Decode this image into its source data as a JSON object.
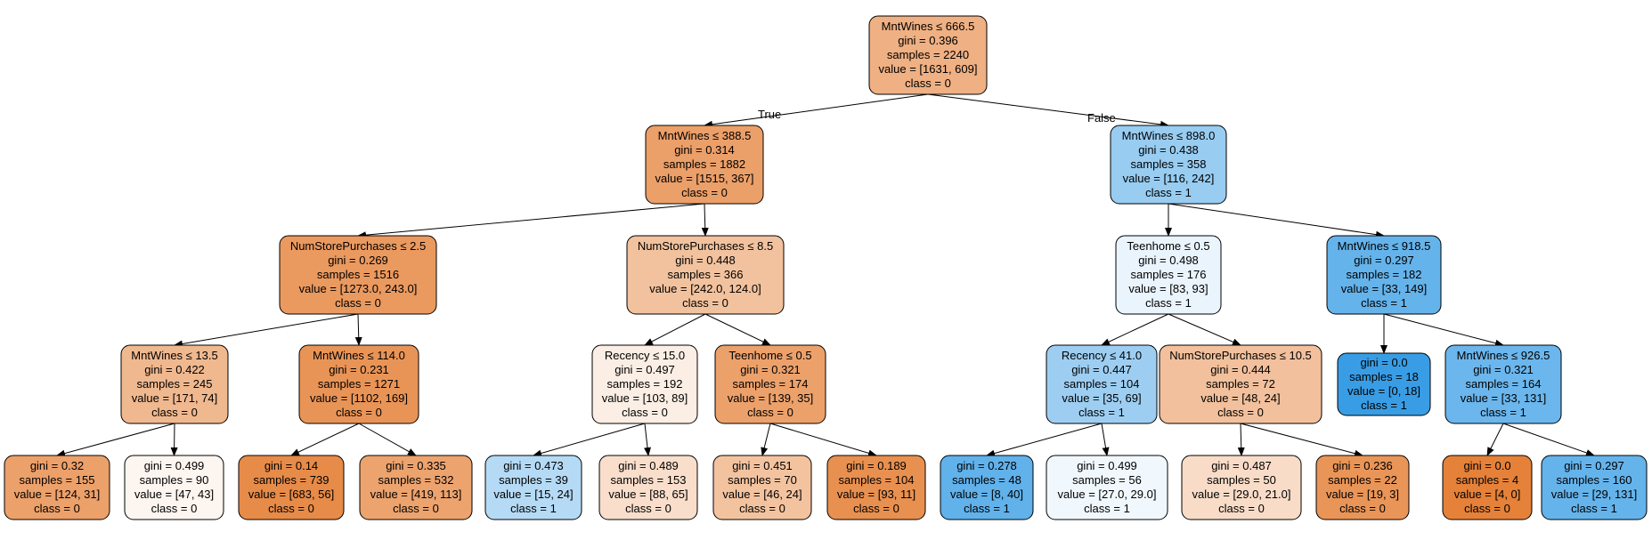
{
  "colors": {
    "class0_strong": "#e58139",
    "class1_strong": "#399de5"
  },
  "edge_labels": {
    "true_label": "True",
    "false_label": "False"
  },
  "nodes": [
    {
      "id": "n0",
      "lines": [
        "MntWines ≤ 666.5",
        "gini = 0.396",
        "samples = 2240",
        "value = [1631, 609]",
        "class = 0"
      ],
      "fill": "#efb083"
    },
    {
      "id": "n1",
      "lines": [
        "MntWines ≤ 388.5",
        "gini = 0.314",
        "samples = 1882",
        "value = [1515, 367]",
        "class = 0"
      ],
      "fill": "#eb9f69"
    },
    {
      "id": "n2",
      "lines": [
        "MntWines ≤ 898.0",
        "gini = 0.438",
        "samples = 358",
        "value = [116, 242]",
        "class = 1"
      ],
      "fill": "#98ccf1"
    },
    {
      "id": "n3",
      "lines": [
        "NumStorePurchases ≤ 2.5",
        "gini = 0.269",
        "samples = 1516",
        "value = [1273.0, 243.0]",
        "class = 0"
      ],
      "fill": "#ea995f"
    },
    {
      "id": "n4",
      "lines": [
        "NumStorePurchases ≤ 8.5",
        "gini = 0.448",
        "samples = 366",
        "value = [242.0, 124.0]",
        "class = 0"
      ],
      "fill": "#f2c29e"
    },
    {
      "id": "n5",
      "lines": [
        "Teenhome ≤ 0.5",
        "gini = 0.498",
        "samples = 176",
        "value = [83, 93]",
        "class = 1"
      ],
      "fill": "#eaf4fc"
    },
    {
      "id": "n6",
      "lines": [
        "MntWines ≤ 918.5",
        "gini = 0.297",
        "samples = 182",
        "value = [33, 149]",
        "class = 1"
      ],
      "fill": "#65b3eb"
    },
    {
      "id": "n7",
      "lines": [
        "MntWines ≤ 13.5",
        "gini = 0.422",
        "samples = 245",
        "value = [171, 74]",
        "class = 0"
      ],
      "fill": "#f0b88f"
    },
    {
      "id": "n8",
      "lines": [
        "MntWines ≤ 114.0",
        "gini = 0.231",
        "samples = 1271",
        "value = [1102, 169]",
        "class = 0"
      ],
      "fill": "#e99457"
    },
    {
      "id": "n9",
      "lines": [
        "Recency ≤ 15.0",
        "gini = 0.497",
        "samples = 192",
        "value = [103, 89]",
        "class = 0"
      ],
      "fill": "#fbeee4"
    },
    {
      "id": "n10",
      "lines": [
        "Teenhome ≤ 0.5",
        "gini = 0.321",
        "samples = 174",
        "value = [139, 35]",
        "class = 0"
      ],
      "fill": "#eca16b"
    },
    {
      "id": "n11",
      "lines": [
        "Recency ≤ 41.0",
        "gini = 0.447",
        "samples = 104",
        "value = [35, 69]",
        "class = 1"
      ],
      "fill": "#9dcef2"
    },
    {
      "id": "n12",
      "lines": [
        "NumStorePurchases ≤ 10.5",
        "gini = 0.444",
        "samples = 72",
        "value = [48, 24]",
        "class = 0"
      ],
      "fill": "#f2c09c"
    },
    {
      "id": "n13",
      "lines": [
        "gini = 0.0",
        "samples = 18",
        "value = [0, 18]",
        "class = 1"
      ],
      "fill": "#399de5"
    },
    {
      "id": "n14",
      "lines": [
        "MntWines ≤ 926.5",
        "gini = 0.321",
        "samples = 164",
        "value = [33, 131]",
        "class = 1"
      ],
      "fill": "#6bb6ec"
    },
    {
      "id": "n15",
      "lines": [
        "gini = 0.32",
        "samples = 155",
        "value = [124, 31]",
        "class = 0"
      ],
      "fill": "#eca06a"
    },
    {
      "id": "n16",
      "lines": [
        "gini = 0.499",
        "samples = 90",
        "value = [47, 43]",
        "class = 0"
      ],
      "fill": "#fdf5ef"
    },
    {
      "id": "n17",
      "lines": [
        "gini = 0.14",
        "samples = 739",
        "value = [683, 56]",
        "class = 0"
      ],
      "fill": "#e78b49"
    },
    {
      "id": "n18",
      "lines": [
        "gini = 0.335",
        "samples = 532",
        "value = [419, 113]",
        "class = 0"
      ],
      "fill": "#eca36e"
    },
    {
      "id": "n19",
      "lines": [
        "gini = 0.473",
        "samples = 39",
        "value = [15, 24]",
        "class = 1"
      ],
      "fill": "#b5daf5"
    },
    {
      "id": "n20",
      "lines": [
        "gini = 0.489",
        "samples = 153",
        "value = [88, 65]",
        "class = 0"
      ],
      "fill": "#f8decb"
    },
    {
      "id": "n21",
      "lines": [
        "gini = 0.451",
        "samples = 70",
        "value = [46, 24]",
        "class = 0"
      ],
      "fill": "#f3c3a0"
    },
    {
      "id": "n22",
      "lines": [
        "gini = 0.189",
        "samples = 104",
        "value = [93, 11]",
        "class = 0"
      ],
      "fill": "#e89050"
    },
    {
      "id": "n23",
      "lines": [
        "gini = 0.278",
        "samples = 48",
        "value = [8, 40]",
        "class = 1"
      ],
      "fill": "#61b1ea"
    },
    {
      "id": "n24",
      "lines": [
        "gini = 0.499",
        "samples = 56",
        "value = [27.0, 29.0]",
        "class = 1"
      ],
      "fill": "#f1f8fd"
    },
    {
      "id": "n25",
      "lines": [
        "gini = 0.487",
        "samples = 50",
        "value = [29.0, 21.0]",
        "class = 0"
      ],
      "fill": "#f8dcc8"
    },
    {
      "id": "n26",
      "lines": [
        "gini = 0.236",
        "samples = 22",
        "value = [19, 3]",
        "class = 0"
      ],
      "fill": "#e99558"
    },
    {
      "id": "n27",
      "lines": [
        "gini = 0.0",
        "samples = 4",
        "value = [4, 0]",
        "class = 0"
      ],
      "fill": "#e58139"
    },
    {
      "id": "n28",
      "lines": [
        "gini = 0.297",
        "samples = 160",
        "value = [29, 131]",
        "class = 1"
      ],
      "fill": "#65b3eb"
    }
  ],
  "edges": [
    [
      "n0",
      "n1"
    ],
    [
      "n0",
      "n2"
    ],
    [
      "n1",
      "n3"
    ],
    [
      "n1",
      "n4"
    ],
    [
      "n2",
      "n5"
    ],
    [
      "n2",
      "n6"
    ],
    [
      "n3",
      "n7"
    ],
    [
      "n3",
      "n8"
    ],
    [
      "n4",
      "n9"
    ],
    [
      "n4",
      "n10"
    ],
    [
      "n5",
      "n11"
    ],
    [
      "n5",
      "n12"
    ],
    [
      "n6",
      "n13"
    ],
    [
      "n6",
      "n14"
    ],
    [
      "n7",
      "n15"
    ],
    [
      "n7",
      "n16"
    ],
    [
      "n8",
      "n17"
    ],
    [
      "n8",
      "n18"
    ],
    [
      "n9",
      "n19"
    ],
    [
      "n9",
      "n20"
    ],
    [
      "n10",
      "n21"
    ],
    [
      "n10",
      "n22"
    ],
    [
      "n11",
      "n23"
    ],
    [
      "n11",
      "n24"
    ],
    [
      "n12",
      "n25"
    ],
    [
      "n12",
      "n26"
    ],
    [
      "n14",
      "n27"
    ],
    [
      "n14",
      "n28"
    ]
  ]
}
